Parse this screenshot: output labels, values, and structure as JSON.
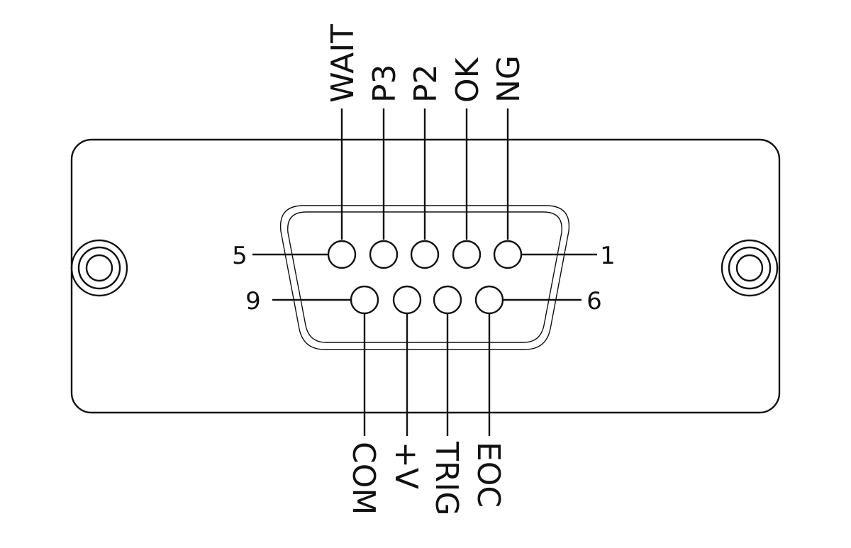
{
  "connector": {
    "pin_numbers": {
      "pin_1": "1",
      "pin_5": "5",
      "pin_6": "6",
      "pin_9": "9"
    },
    "top_signals": {
      "pin_5": "WAIT",
      "pin_4": "P3",
      "pin_3": "P2",
      "pin_2": "OK",
      "pin_1": "NG"
    },
    "bottom_signals": {
      "pin_9": "COM",
      "pin_8": "+V",
      "pin_7": "TRIG",
      "pin_6": "EOC"
    }
  }
}
